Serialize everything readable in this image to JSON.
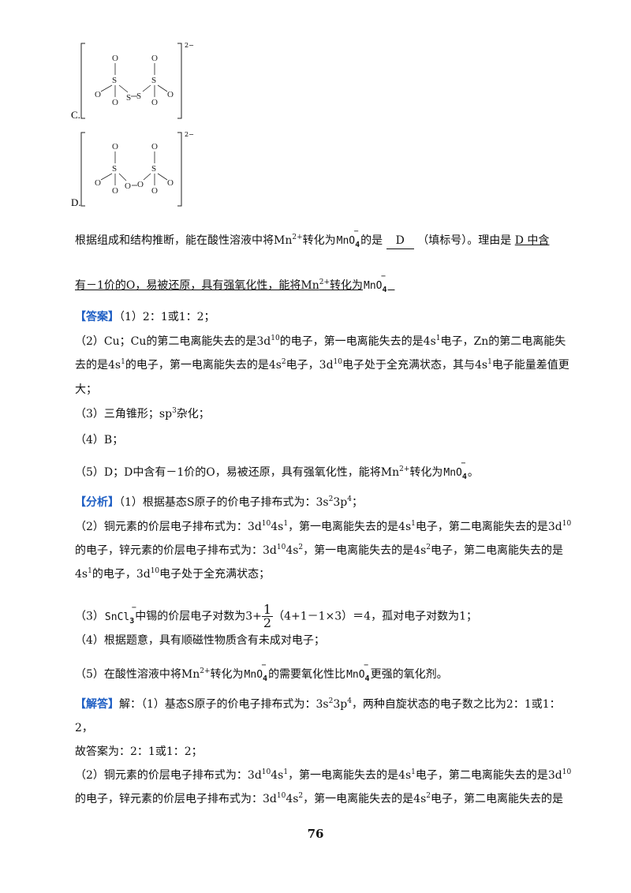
{
  "diagrams": [
    {
      "option_label": "C.",
      "charge": "2−",
      "atoms": {
        "o": "O",
        "s": "S"
      }
    },
    {
      "option_label": "D.",
      "charge": "2−",
      "atoms": {
        "o": "O",
        "s": "S"
      }
    }
  ],
  "ion": {
    "mno": "MnO",
    "four": "4",
    "minus": "−",
    "sncl": "SnCl",
    "three": "3"
  },
  "q5": {
    "p1": "根据组成和结构推断，能在酸性溶液中将Mn",
    "sup": "2+",
    "p2": "转化为",
    "p3": "的是",
    "blank": "D",
    "p4": "（填标号）。理由是",
    "reason1": "D 中含",
    "reason2a": "有－1价的O，易被还原，具有强氧化性，能将Mn",
    "reason2b": "转化为"
  },
  "answer": {
    "tag": "【答案】",
    "l1": "（1）2：1或1：2；",
    "l2_a": "（2）Cu；Cu的第二电离能失去的是3d",
    "l2_b": "的电子，第一电离能失去的是4s",
    "l2_c": "电子，Zn的第二电离能失",
    "l3_a": "去的是4s",
    "l3_b": "的电子，第一电离能失去的是4s",
    "l3_c": "电子，3d",
    "l3_d": "电子处于全充满状态，其与4s",
    "l3_e": "电子能量差值更",
    "l4": "大；",
    "l5_a": "（3）三角锥形；sp",
    "l5_b": "杂化；",
    "l6": "（4）B；",
    "l7_a": "（5）D；D中含有－1价的O，易被还原，具有强氧化性，能将Mn",
    "l7_b": "转化为",
    "l7_c": "。"
  },
  "analysis": {
    "tag": "【分析】",
    "l1_a": "（1）根据基态S原子的价电子排布式为：3s",
    "l1_b": "3p",
    "l1_c": "；",
    "l2_a": "（2）铜元素的价层电子排布式为：3d",
    "l2_b": "4s",
    "l2_c": "，第一电离能失去的是4s",
    "l2_d": "电子，第二电离能失去的是3d",
    "l3_a": "的电子，锌元素的价层电子排布式为：3d",
    "l3_b": "4s",
    "l3_c": "，第一电离能失去的是4s",
    "l3_d": "电子，第二电离能失去的是",
    "l4_a": "4s",
    "l4_b": "的电子，3d",
    "l4_c": "电子处于全充满状态；",
    "l5_a": "（3）",
    "l5_b": "中锡的价层电子对数为3+",
    "l5_num": "1",
    "l5_den": "2",
    "l5_c": "（4+1－1×3）＝4，孤对电子对数为1；",
    "l6": "（4）根据题意，具有顺磁性物质含有未成对电子；",
    "l7_a": "（5）在酸性溶液中将Mn",
    "l7_b": "转化为",
    "l7_c": "的需要氧化性比",
    "l7_d": "更强的氧化剂。"
  },
  "solution": {
    "tag": "【解答】",
    "l1_a": "解：（1）基态S原子的价电子排布式为：3s",
    "l1_b": "3p",
    "l1_c": "，两种自旋状态的电子数之比为2：1或1：",
    "l2": "2，",
    "l3": "故答案为：2：1或1：2；",
    "l4_a": "（2）铜元素的价层电子排布式为：3d",
    "l4_b": "4s",
    "l4_c": "，第一电离能失去的是4s",
    "l4_d": "电子，第二电离能失去的是3d",
    "l5_a": "的电子，锌元素的价层电子排布式为：3d",
    "l5_b": "4s",
    "l5_c": "，第一电离能失去的是4s",
    "l5_d": "电子，第二电离能失去的是"
  },
  "sups": {
    "s2": "2",
    "s4": "4",
    "s1": "1",
    "s10": "10",
    "s3": "3",
    "mn": "2+"
  },
  "page_number": "76"
}
